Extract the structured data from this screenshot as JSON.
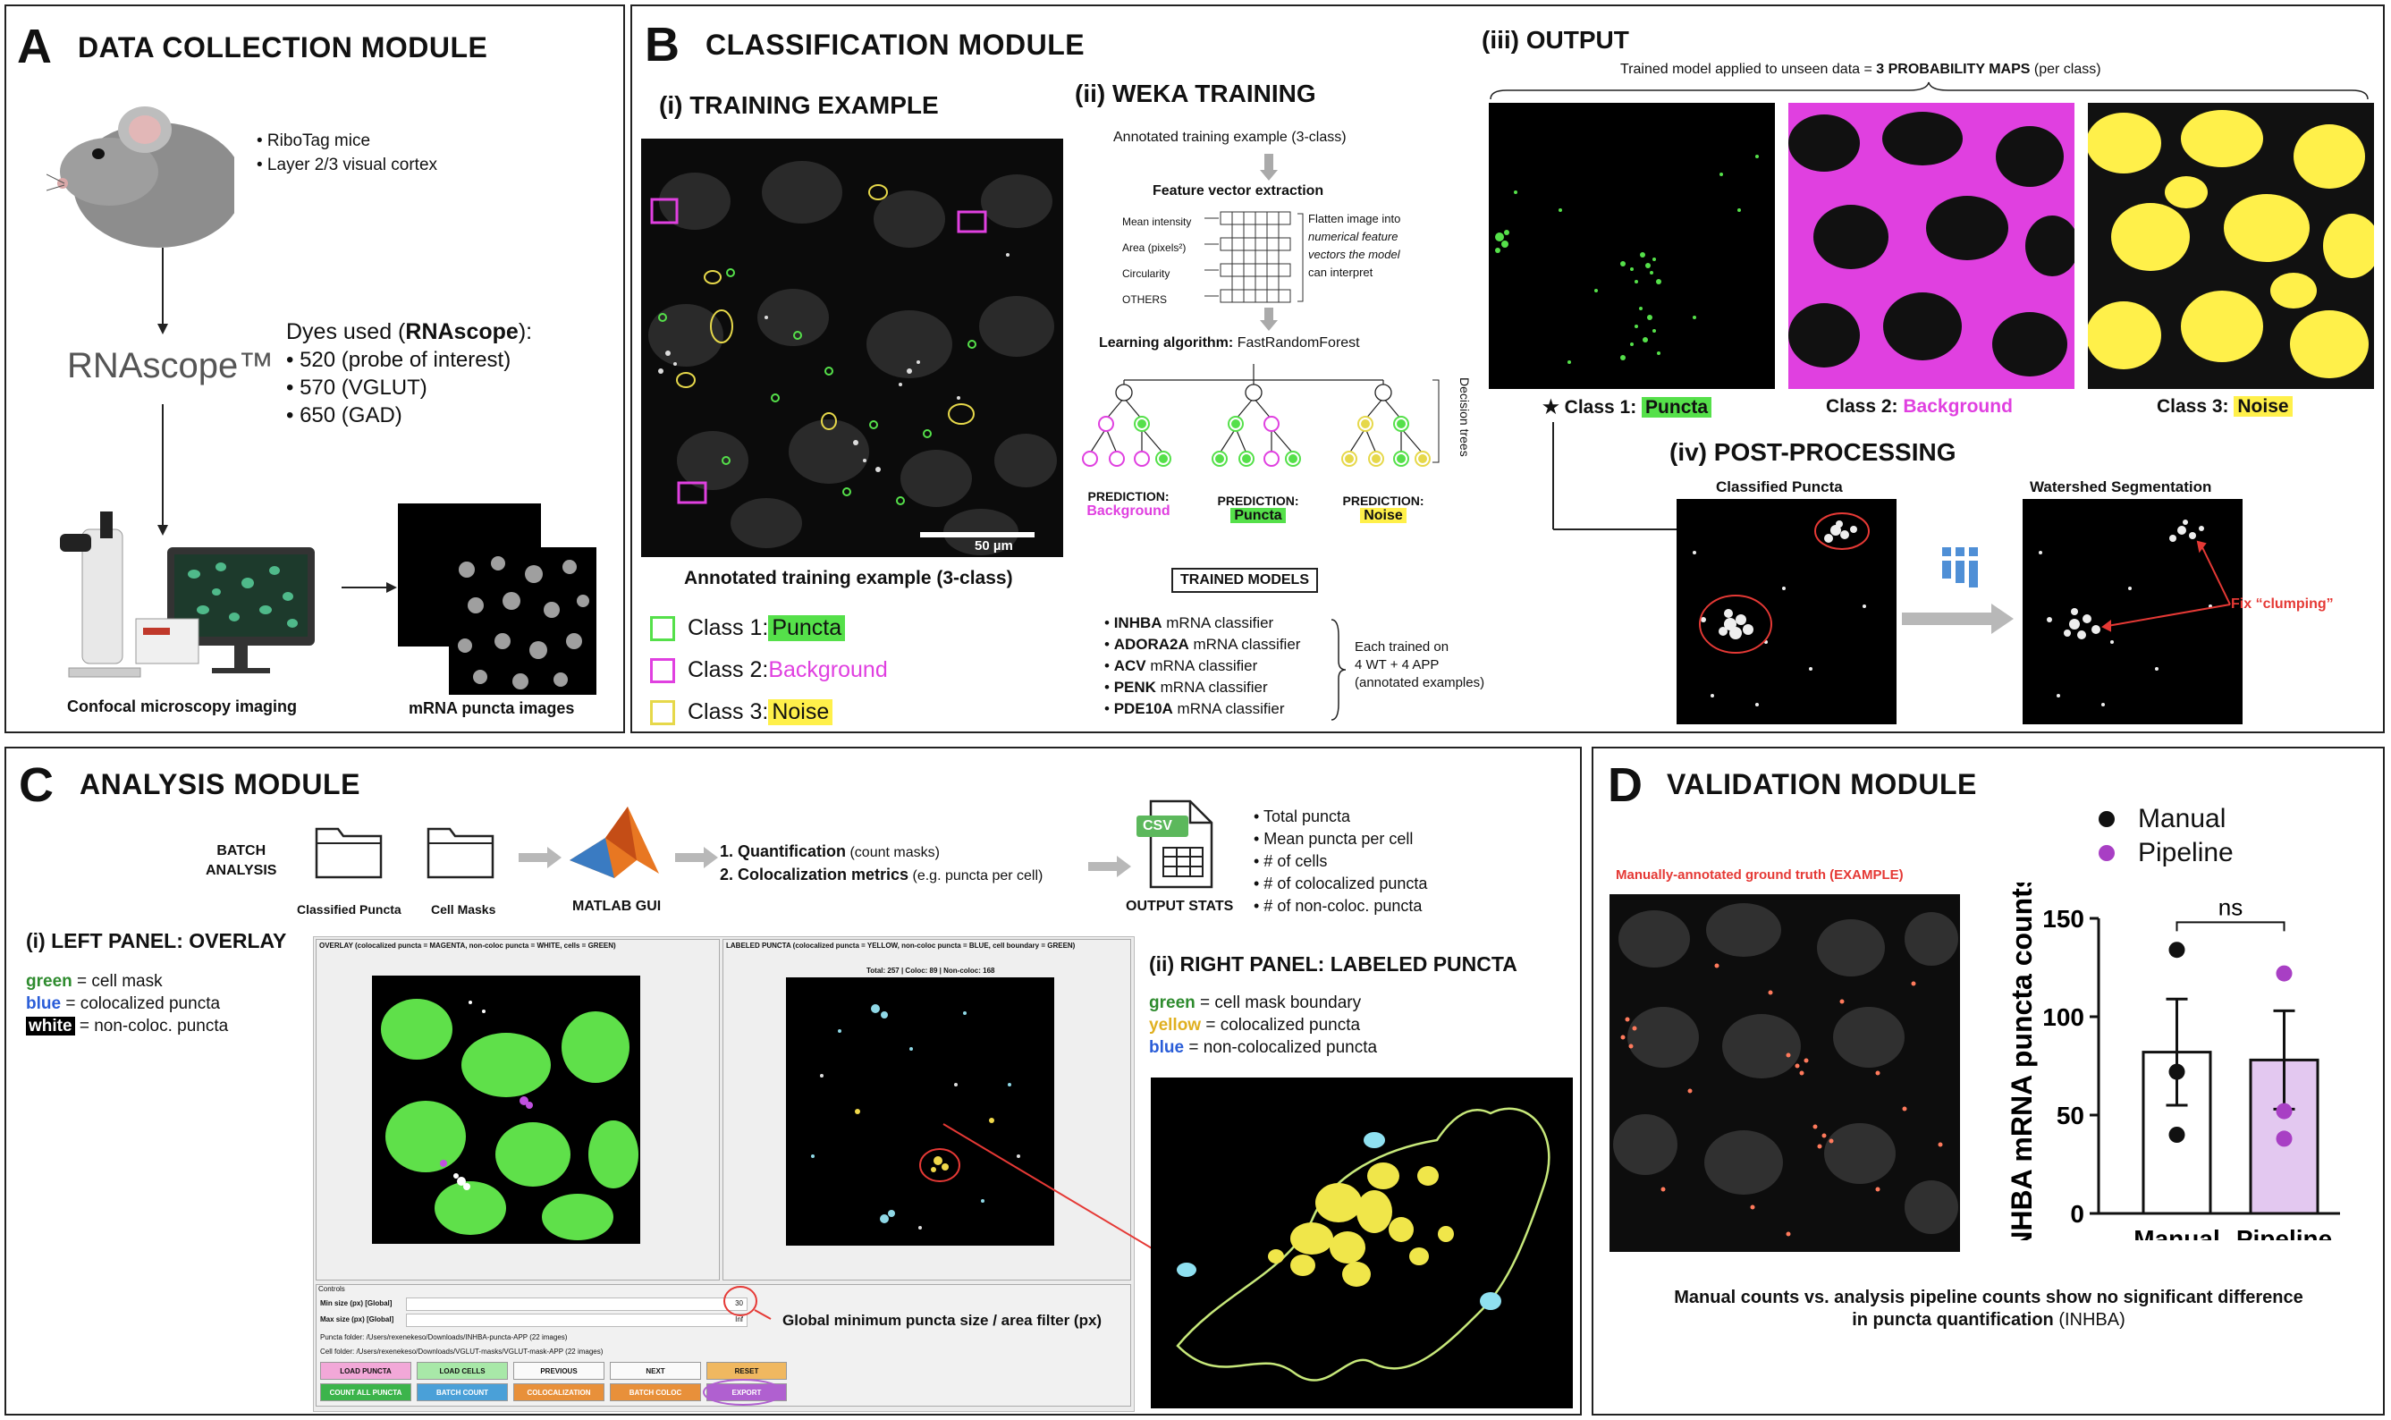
{
  "panel_a": {
    "letter": "A",
    "title": "DATA COLLECTION MODULE",
    "mouse_bullets": [
      "• RiboTag mice",
      "• Layer 2/3 visual cortex"
    ],
    "rnascope_logo": "RNAscope™",
    "dyes_title_prefix": "Dyes used (",
    "dyes_title_bold": "RNAscope",
    "dyes_title_suffix": "):",
    "dyes": [
      "• 520 (probe of interest)",
      "• 570 (VGLUT)",
      "• 650 (GAD)"
    ],
    "caption_microscope": "Confocal microscopy imaging",
    "caption_images": "mRNA puncta images"
  },
  "panel_b": {
    "letter": "B",
    "title": "CLASSIFICATION MODULE",
    "training_title": "(i) TRAINING EXAMPLE",
    "scale_bar": "50 µm",
    "training_caption": "Annotated training example (3-class)",
    "legend": [
      {
        "prefix": "Class 1: ",
        "name": "Puncta",
        "color": "#55e04a"
      },
      {
        "prefix": "Class 2: ",
        "name": "Background",
        "color": "#e040e0"
      },
      {
        "prefix": "Class 3: ",
        "name": "Noise",
        "color": "#fff04a"
      }
    ],
    "weka_title": "(ii) WEKA TRAINING",
    "weka_input": "Annotated training example (3-class)",
    "feature_title": "Feature vector extraction",
    "features": [
      "Mean intensity",
      "Area (pixels²)",
      "Circularity",
      "OTHERS"
    ],
    "feature_note": [
      "Flatten image into",
      "numerical feature",
      "vectors the model",
      "can interpret"
    ],
    "learning_bold": "Learning algorithm:",
    "learning_algo": "FastRandomForest",
    "decision_trees": "Decision trees",
    "pred_label": "PREDICTION:",
    "predictions": [
      "Background",
      "Puncta",
      "Noise"
    ],
    "trained_models_title": "TRAINED MODELS",
    "models": [
      {
        "bold": "INHBA",
        "rest": " mRNA classifier"
      },
      {
        "bold": "ADORA2A",
        "rest": " mRNA classifier"
      },
      {
        "bold": "ACV",
        "rest": " mRNA classifier"
      },
      {
        "bold": "PENK",
        "rest": " mRNA classifier"
      },
      {
        "bold": "PDE10A",
        "rest": " mRNA classifier"
      }
    ],
    "models_note": [
      "Each trained on",
      "4 WT + 4 APP",
      "(annotated examples)"
    ],
    "output_title": "(iii) OUTPUT",
    "output_note_prefix": "Trained model applied to unseen data = ",
    "output_note_bold": "3 PROBABILITY MAPS",
    "output_note_suffix": " (per class)",
    "output_labels": [
      {
        "prefix": "★ Class 1: ",
        "name": "Puncta"
      },
      {
        "prefix": "Class 2: ",
        "name": "Background"
      },
      {
        "prefix": "Class 3: ",
        "name": "Noise"
      }
    ],
    "post_title": "(iv) POST-PROCESSING",
    "classified_label": "Classified Puncta",
    "watershed_label": "Watershed Segmentation",
    "fix_label": "Fix “clumping”"
  },
  "panel_c": {
    "letter": "C",
    "title": "ANALYSIS MODULE",
    "batch_label": [
      "BATCH",
      "ANALYSIS"
    ],
    "folder1": "Classified Puncta",
    "folder2": "Cell Masks",
    "matlab_label": "MATLAB GUI",
    "steps": [
      {
        "bold": "1. Quantification",
        "rest": " (count masks)"
      },
      {
        "bold": "2. Colocalization metrics",
        "rest": " (e.g. puncta per cell)"
      }
    ],
    "csv_badge": "CSV",
    "output_stats": "OUTPUT STATS",
    "stats": [
      "• Total puncta",
      "• Mean puncta per cell",
      "• # of cells",
      "• # of colocalized puncta",
      "• # of non-coloc. puncta"
    ],
    "left_title": "(i) LEFT PANEL: OVERLAY",
    "left_legend": [
      {
        "key": "green",
        "rest": " = cell mask"
      },
      {
        "key": "blue",
        "rest": " = colocalized puncta"
      },
      {
        "key": "white",
        "rest": " = non-coloc. puncta"
      }
    ],
    "gui_left_header": "OVERLAY (colocalized puncta = MAGENTA, non-coloc puncta = WHITE, cells = GREEN)",
    "gui_right_header": "LABELED PUNCTA (colocalized puncta = YELLOW, non-coloc puncta = BLUE, cell boundary = GREEN)",
    "gui_right_stats": "Total: 257 | Coloc: 89 | Non-coloc: 168",
    "controls_label": "Controls",
    "min_size_label": "Min size (px) [Global]",
    "min_size_value": "30",
    "max_size_label": "Max size (px) [Global]",
    "max_size_value": "Inf",
    "puncta_folder": "Puncta folder: /Users/rexenekeso/Downloads/INHBA-puncta-APP (22 images)",
    "cell_folder": "Cell folder: /Users/rexenekeso/Downloads/VGLUT-masks/VGLUT-mask-APP (22 images)",
    "buttons_row1": [
      "LOAD PUNCTA",
      "LOAD CELLS",
      "PREVIOUS",
      "NEXT",
      "RESET"
    ],
    "buttons_row2": [
      "COUNT ALL PUNCTA",
      "BATCH COUNT",
      "COLOCALIZATION",
      "BATCH COLOC",
      "EXPORT"
    ],
    "global_note": "Global minimum puncta size / area filter (px)",
    "right_title": "(ii) RIGHT PANEL: LABELED PUNCTA",
    "right_legend": [
      {
        "key": "green",
        "rest": " = cell mask boundary"
      },
      {
        "key": "yellow",
        "rest": " = colocalized puncta"
      },
      {
        "key": "blue",
        "rest": " = non-colocalized puncta"
      }
    ]
  },
  "panel_d": {
    "letter": "D",
    "title": "VALIDATION MODULE",
    "image_caption": "Manually-annotated ground truth (EXAMPLE)",
    "legend": [
      {
        "name": "Manual",
        "color": "#111111"
      },
      {
        "name": "Pipeline",
        "color": "#a83fc4"
      }
    ],
    "footer": [
      "Manual counts vs. analysis pipeline counts show no significant difference",
      "in puncta quantification"
    ],
    "footer_suffix": " (INHBA)"
  },
  "chart_data": {
    "type": "bar",
    "categories": [
      "Manual",
      "Pipeline"
    ],
    "values": [
      82,
      78
    ],
    "errors": [
      27,
      25
    ],
    "points": [
      [
        134,
        72,
        40
      ],
      [
        122,
        52,
        38
      ]
    ],
    "colors": [
      "#ffffff",
      "#e3c8f0"
    ],
    "point_colors": [
      "#111111",
      "#a83fc4"
    ],
    "ylabel": "INHBA mRNA puncta counts",
    "yticks": [
      0,
      50,
      100,
      150
    ],
    "ylim": [
      0,
      150
    ],
    "significance": "ns"
  }
}
